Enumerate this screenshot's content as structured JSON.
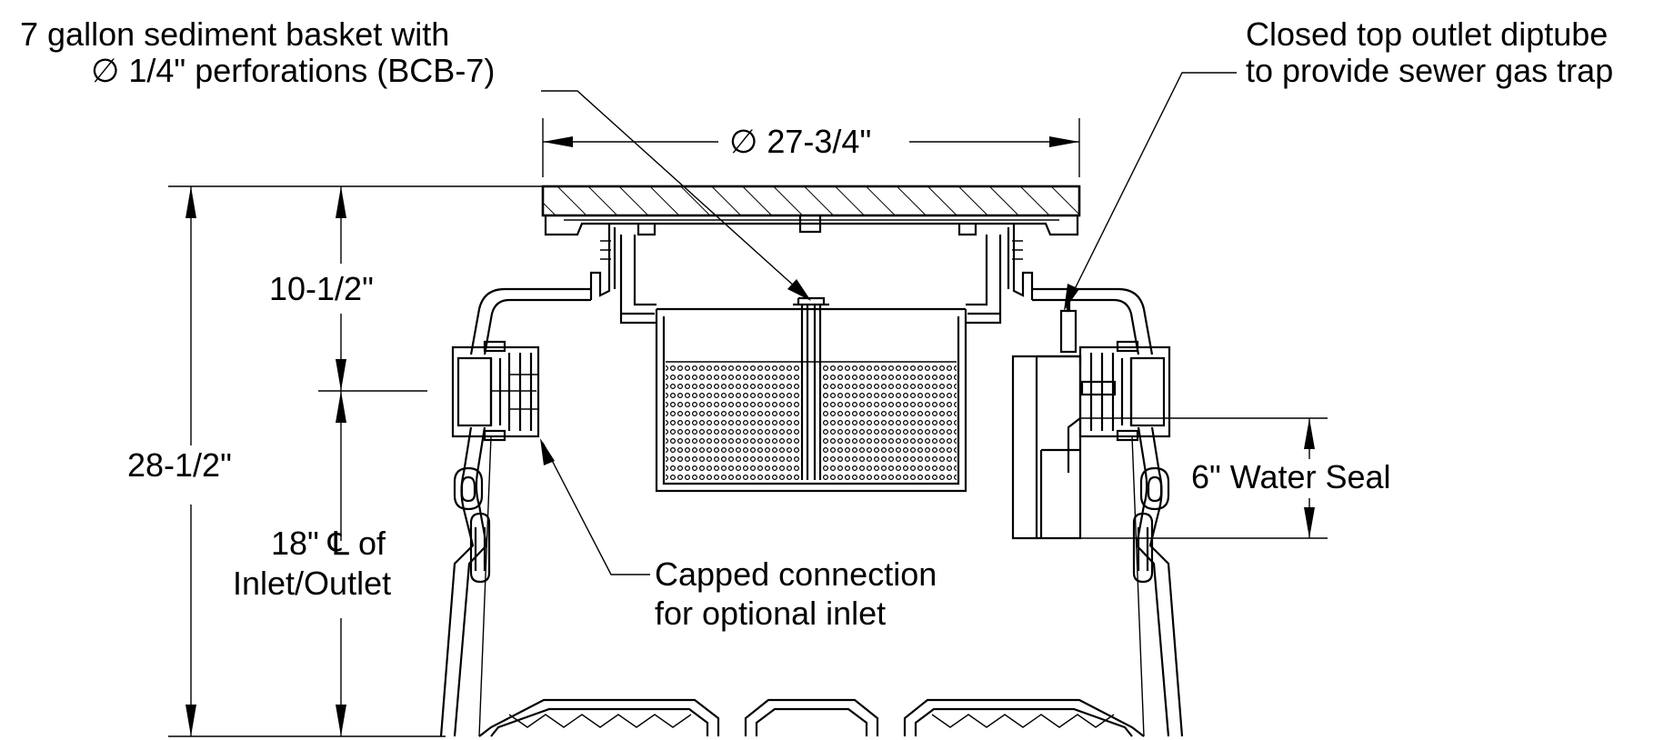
{
  "labels": {
    "basket_line1": "7 gallon sediment basket with",
    "basket_line2_symbol": "∅",
    "basket_line2_text": "1/4\" perforations (BCB-7)",
    "diptube_line1": "Closed top outlet diptube",
    "diptube_line2": "to provide sewer gas trap",
    "cover_diameter_symbol": "∅",
    "cover_diameter_value": "27-3/4\"",
    "dim_cover_to_inlet": "10-1/2\"",
    "dim_overall_height": "28-1/2\"",
    "dim_inlet_height_value": "18\"",
    "dim_inlet_height_symbol": "℄",
    "dim_inlet_height_of": "of",
    "dim_inlet_height_line2": "Inlet/Outlet",
    "capped_line1": "Capped connection",
    "capped_line2": "for optional inlet",
    "water_seal": "6\" Water Seal"
  }
}
